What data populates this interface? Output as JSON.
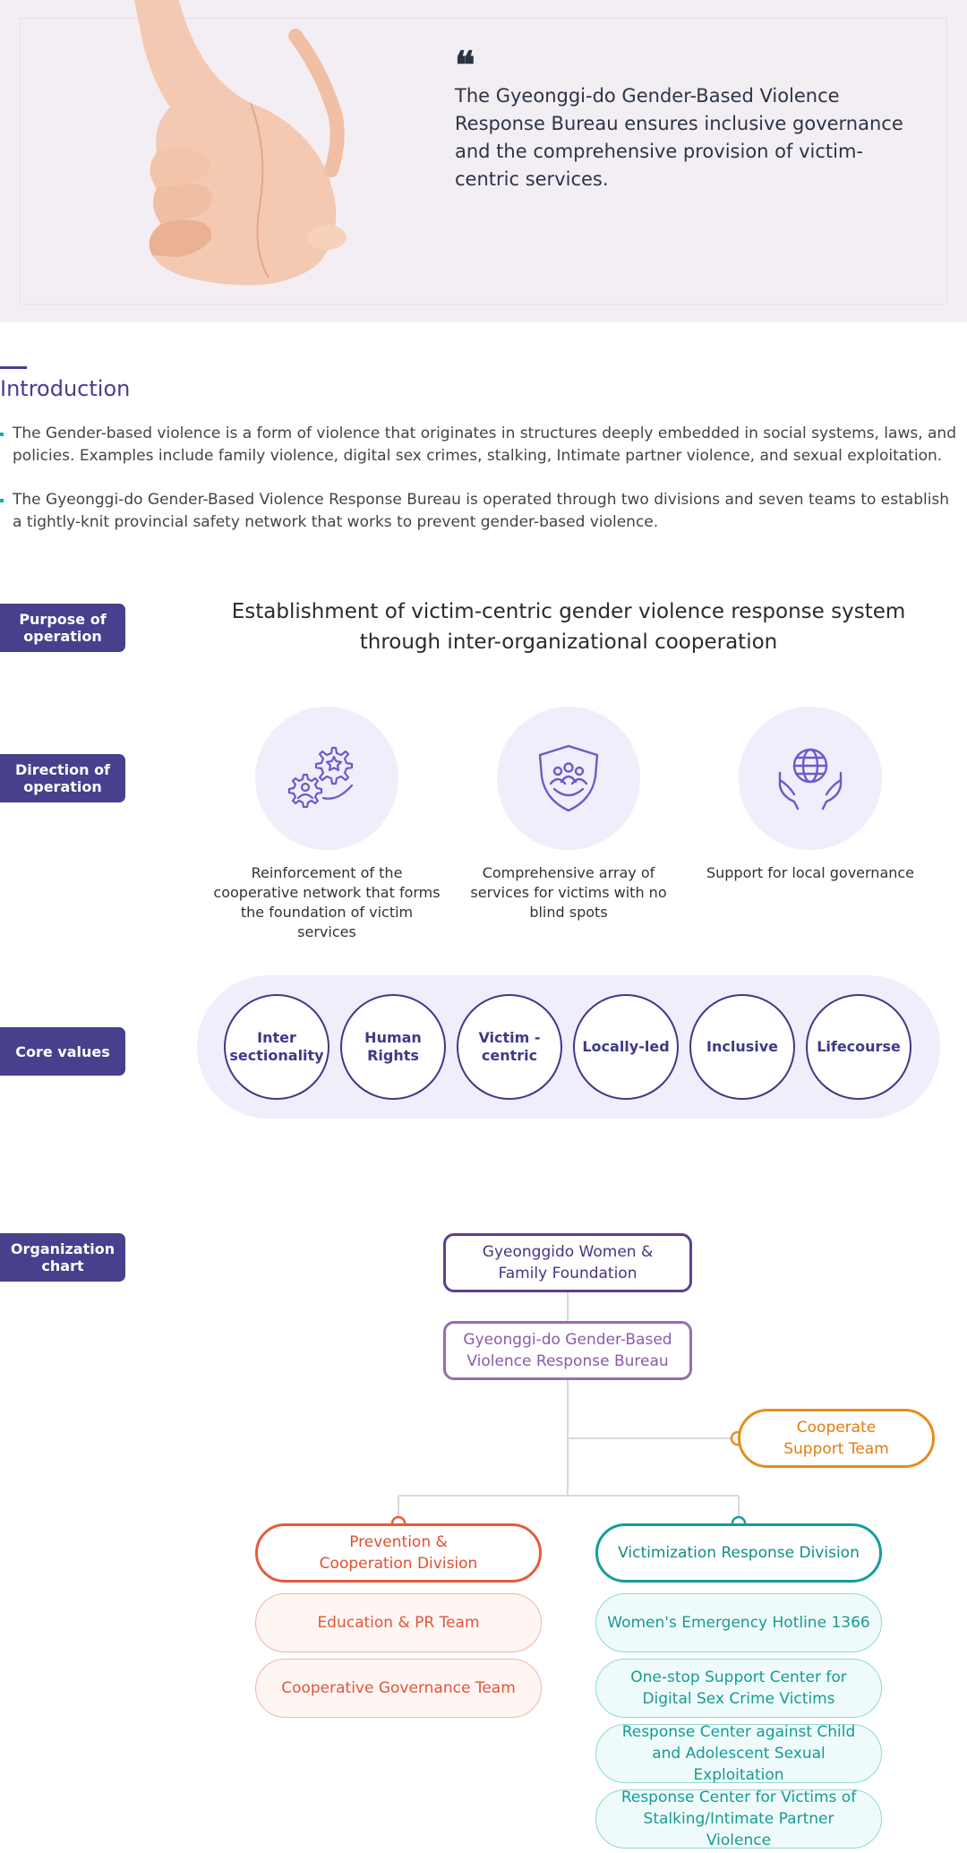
{
  "hero": {
    "quote_mark": "❝",
    "quote": "The Gyeonggi-do Gender-Based Violence Response Bureau ensures inclusive governance and the comprehensive provision of victim-centric services."
  },
  "intro": {
    "title": "Introduction",
    "bullets": [
      "The Gender-based violence is a form of violence that originates in structures deeply embedded in social systems, laws, and policies. Examples include family violence, digital sex crimes, stalking, Intimate partner violence, and sexual exploitation.",
      "The Gyeonggi-do Gender-Based Violence Response Bureau is operated through two divisions and seven teams to establish a tightly-knit provincial safety network that works to prevent gender-based violence."
    ]
  },
  "purpose": {
    "label": "Purpose of operation",
    "text": "Establishment of victim-centric gender violence response system through inter-organizational cooperation"
  },
  "direction": {
    "label": "Direction of operation",
    "items": [
      {
        "icon": "gears-star-people-icon",
        "text": "Reinforcement of the cooperative network that forms the foundation of victim services"
      },
      {
        "icon": "shield-people-icon",
        "text": "Comprehensive array of services for victims with no blind spots"
      },
      {
        "icon": "globe-hands-icon",
        "text": "Support for local governance"
      }
    ]
  },
  "core": {
    "label": "Core values",
    "values": [
      "Inter sectionality",
      "Human Rights",
      "Victim -centric",
      "Locally-led",
      "Inclusive",
      "Lifecourse"
    ]
  },
  "org": {
    "label": "Organization chart",
    "foundation": "Gyeonggido Women & Family Foundation",
    "bureau": "Gyeonggi-do Gender-Based Violence Response Bureau",
    "coop_team": "Cooperate Support Team",
    "prevention_division": "Prevention & Cooperation Division",
    "victim_division": "Victimization Response Division",
    "prevention_teams": [
      "Education & PR Team",
      "Cooperative Governance Team"
    ],
    "victim_teams": [
      "Women's Emergency Hotline 1366",
      "One-stop Support Center for Digital Sex Crime Victims",
      "Response Center against Child and Adolescent Sexual Exploitation",
      "Response Center for Victims of Stalking/Intimate Partner Violence"
    ]
  },
  "colors": {
    "brand": "#46408d",
    "hero_bg": "#f3eef4",
    "orange": "#e88c1e",
    "red": "#e65b3b",
    "teal": "#159e99",
    "purple": "#5d3f93"
  }
}
